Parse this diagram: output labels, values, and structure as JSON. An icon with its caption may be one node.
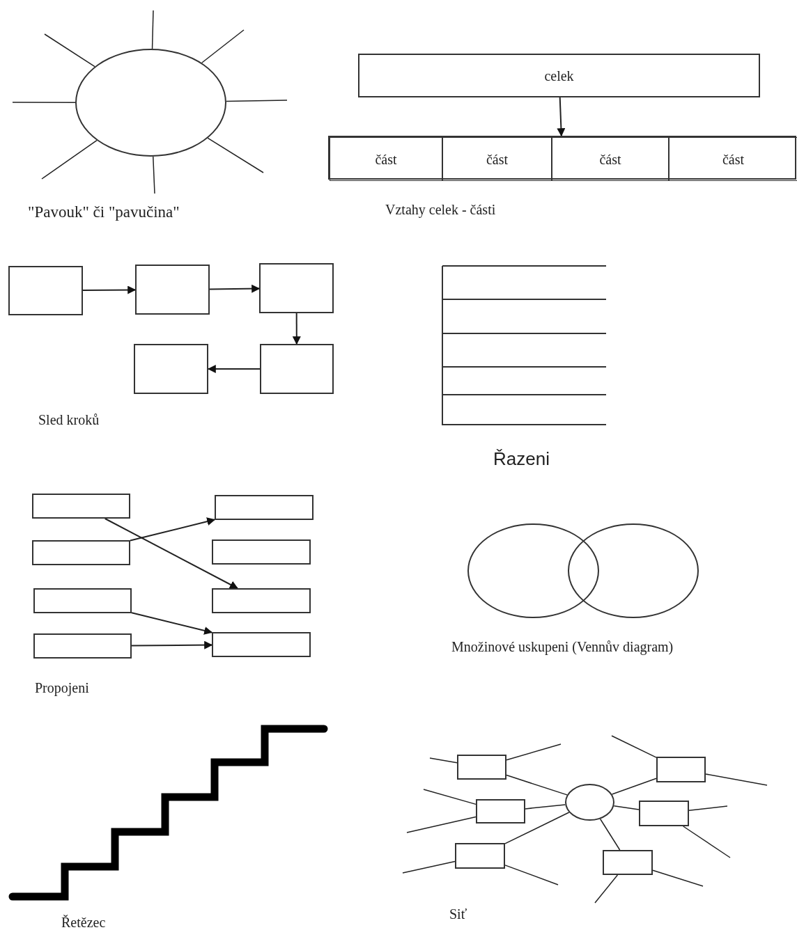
{
  "diagram": {
    "nodes": [
      {
        "text": [],
        "shape": "circle"
      },
      {
        "text": [
          "celek"
        ]
      },
      {
        "text": [],
        "shape": "box"
      },
      {
        "text": [
          "část"
        ],
        "in": 2
      },
      {
        "text": [
          "část"
        ],
        "in": 2
      },
      {
        "text": [
          "část"
        ],
        "in": 2
      },
      {
        "text": [
          "část"
        ],
        "in": 2
      },
      {
        "text": [],
        "shape": "box"
      },
      {
        "text": [],
        "shape": "box"
      },
      {
        "text": [],
        "shape": "box"
      },
      {
        "text": [],
        "shape": "box"
      },
      {
        "text": [],
        "shape": "box"
      },
      {
        "text": [],
        "shape": "box"
      },
      {
        "text": [],
        "shape": "box"
      },
      {
        "text": [],
        "shape": "box"
      },
      {
        "text": [],
        "shape": "box"
      },
      {
        "text": [],
        "shape": "box"
      },
      {
        "text": [],
        "shape": "box"
      },
      {
        "text": [],
        "shape": "box"
      },
      {
        "text": [],
        "shape": "box"
      },
      {
        "text": [],
        "shape": "circle"
      },
      {
        "text": [],
        "shape": "circle"
      },
      {
        "text": [],
        "shape": "box"
      },
      {
        "text": [],
        "shape": "box"
      },
      {
        "text": [],
        "shape": "circle"
      },
      {
        "text": [],
        "shape": "box"
      },
      {
        "text": [],
        "shape": "box"
      },
      {
        "text": [],
        "shape": "box"
      },
      {
        "text": [],
        "shape": "box"
      }
    ],
    "edges": [
      {
        "from": 0,
        "to": null,
        "arrow": "none"
      },
      {
        "from": 0,
        "to": null,
        "arrow": "none"
      },
      {
        "from": 0,
        "to": null,
        "arrow": "none"
      },
      {
        "from": 0,
        "to": null,
        "arrow": "none"
      },
      {
        "from": 0,
        "to": null,
        "arrow": "none"
      },
      {
        "from": 0,
        "to": null,
        "arrow": "none"
      },
      {
        "from": 0,
        "to": null,
        "arrow": "none"
      },
      {
        "from": 0,
        "to": null,
        "arrow": "none"
      },
      {
        "from": 1,
        "to": 2,
        "arrow": "to"
      },
      {
        "from": 7,
        "to": 8,
        "arrow": "to"
      },
      {
        "from": 8,
        "to": 9,
        "arrow": "to"
      },
      {
        "from": 9,
        "to": 11,
        "arrow": "to"
      },
      {
        "from": 11,
        "to": 10,
        "arrow": "to"
      },
      {
        "from": 12,
        "to": 17,
        "arrow": "to"
      },
      {
        "from": 14,
        "to": 13,
        "arrow": "to"
      },
      {
        "from": 16,
        "to": 19,
        "arrow": "to"
      },
      {
        "from": 18,
        "to": 19,
        "arrow": "to"
      },
      {
        "from": 24,
        "to": 22,
        "arrow": "none"
      },
      {
        "from": 24,
        "to": 23,
        "arrow": "none"
      },
      {
        "from": 24,
        "to": 25,
        "arrow": "none"
      },
      {
        "from": 24,
        "to": 26,
        "arrow": "none"
      },
      {
        "from": 24,
        "to": 27,
        "arrow": "none"
      },
      {
        "from": 24,
        "to": 28,
        "arrow": "none"
      },
      {
        "from": 22,
        "to": null,
        "arrow": "none"
      },
      {
        "from": 22,
        "to": null,
        "arrow": "none"
      },
      {
        "from": 23,
        "to": null,
        "arrow": "none"
      },
      {
        "from": 23,
        "to": null,
        "arrow": "none"
      },
      {
        "from": 25,
        "to": null,
        "arrow": "none"
      },
      {
        "from": 25,
        "to": null,
        "arrow": "none"
      },
      {
        "from": 26,
        "to": null,
        "arrow": "none"
      },
      {
        "from": 26,
        "to": null,
        "arrow": "none"
      },
      {
        "from": 27,
        "to": null,
        "arrow": "none"
      },
      {
        "from": 27,
        "to": null,
        "arrow": "none"
      },
      {
        "from": 28,
        "to": null,
        "arrow": "none"
      },
      {
        "from": 28,
        "to": null,
        "arrow": "none"
      }
    ],
    "labels": [
      "\"Pavouk\" či \"pavučina\"",
      "Vztahy celek - části",
      "Sled kroků",
      "Řazeni",
      "Propojeni",
      "Množinové uskupeni (Vennův diagram)",
      "Řetězec",
      "Siť"
    ]
  }
}
